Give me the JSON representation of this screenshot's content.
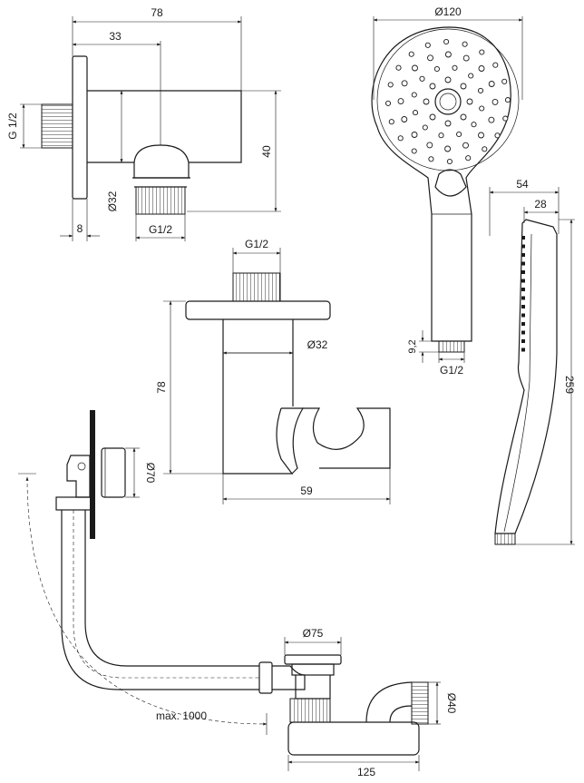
{
  "wall_outlet_side": {
    "overall_length": "78",
    "axis_offset": "33",
    "thread_left": "G 1/2",
    "height": "40",
    "outlet_diameter": "Ø32",
    "flange_thickness": "8",
    "thread_bottom": "G1/2"
  },
  "wall_outlet_front": {
    "thread_top": "G1/2",
    "body_diameter": "Ø32",
    "height": "78",
    "depth": "59"
  },
  "hand_shower_front": {
    "head_diameter": "Ø120",
    "connector_length": "9,2",
    "thread": "G1/2"
  },
  "hand_shower_side": {
    "head_depth": "54",
    "handle_depth": "28",
    "total_length": "259"
  },
  "bath_drain": {
    "overflow_diameter": "Ø70",
    "drain_diameter": "Ø75",
    "outlet_diameter": "Ø40",
    "max_length": "max. 1000",
    "trap_width": "125"
  }
}
